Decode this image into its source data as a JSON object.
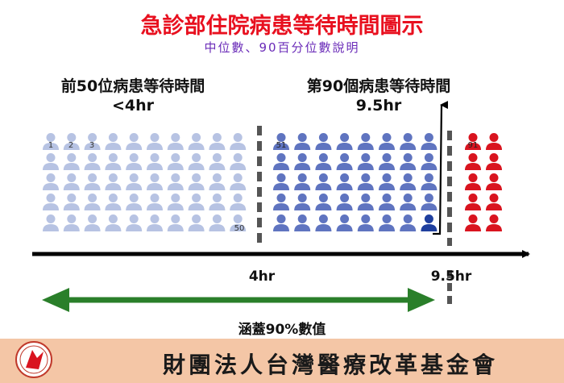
{
  "title": "急診部住院病患等待時間圖示",
  "subtitle": "中位數、90百分位數說明",
  "left_group": {
    "heading": "前50位病患等待時間",
    "value": "<4hr"
  },
  "right_group": {
    "heading": "第90個病患等待時間",
    "value": "9.5hr"
  },
  "axis_ticks": {
    "t1": "4hr",
    "t2": "9.5hr"
  },
  "coverage_label": "涵蓋90%數值",
  "person_labels": {
    "p1": "1",
    "p2": "2",
    "p3": "3",
    "p50": "50",
    "p51": "51",
    "p91": "91"
  },
  "footer": {
    "text": "財團法人台灣醫療改革基金會"
  },
  "colors": {
    "title": "#e8101f",
    "subtitle": "#6a2bb8",
    "group1_person": "#b7c3e3",
    "group2_person": "#5f74c0",
    "highlight_person": "#1f3f9e",
    "group3_person": "#d9141f",
    "axis": "#000000",
    "coverage_arrow": "#2a7f2a",
    "dashed_divider": "#555555",
    "footer_bg": "#f4c6a6"
  }
}
